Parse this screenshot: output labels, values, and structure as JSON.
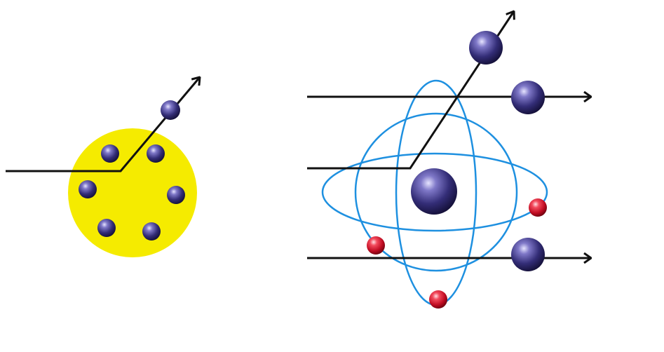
{
  "diagrams": [
    {
      "model": "plum-pudding",
      "background_color": "#ffffff",
      "sphere_color": "#f5eb00",
      "particle_color": "#2e2a6e",
      "path_color": "#111111",
      "embedded_particles": 6,
      "deflected_particles": 1
    },
    {
      "model": "nuclear-atom",
      "orbit_color": "#1e90e0",
      "nucleus_color": "#2e2a6e",
      "electron_color": "#d8102a",
      "orbits": 3,
      "electrons": 3,
      "undeflected_paths": 2,
      "deflected_paths": 1
    }
  ]
}
